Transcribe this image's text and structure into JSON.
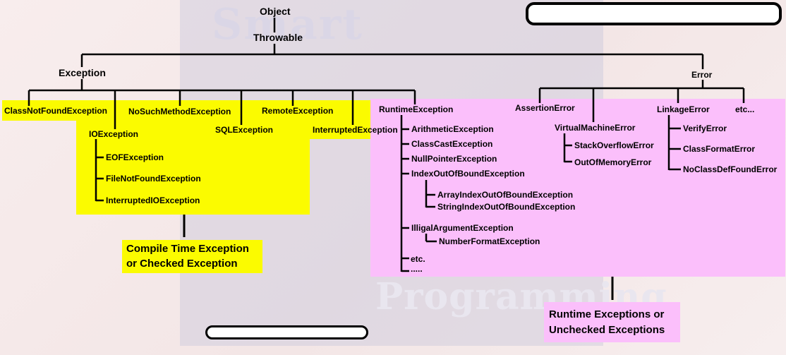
{
  "root": {
    "object": "Object",
    "throwable": "Throwable"
  },
  "exception": {
    "label": "Exception",
    "checked_children": [
      "ClassNotFoundException",
      "NoSuchMethodException",
      "RemoteException",
      "SQLException",
      "InterruptedException"
    ],
    "ioexception": {
      "label": "IOException",
      "children": [
        "EOFException",
        "FileNotFoundException",
        "InterruptedIOException"
      ]
    },
    "runtime": {
      "label": "RuntimeException",
      "children": [
        "ArithmeticException",
        "ClassCastException",
        "NullPointerException",
        "IndexOutOfBoundException",
        "IlligalArgumentException",
        "etc.",
        "....."
      ],
      "index_children": [
        "ArrayIndexOutOfBoundException",
        "StringIndexOutOfBoundException"
      ],
      "illegal_children": [
        "NumberFormatException"
      ]
    }
  },
  "error": {
    "label": "Error",
    "assertion": "AssertionError",
    "vm": {
      "label": "VirtualMachineError",
      "children": [
        "StackOverflowError",
        "OutOfMemoryError"
      ]
    },
    "linkage": {
      "label": "LinkageError",
      "children": [
        "VerifyError",
        "ClassFormatError",
        "NoClassDefFoundError"
      ]
    },
    "etc": "etc..."
  },
  "legend": {
    "checked": [
      "Compile Time Exception",
      "or  Checked Exception"
    ],
    "unchecked": [
      "Runtime Exceptions or",
      "Unchecked Exceptions"
    ]
  },
  "colors": {
    "checked": "#fbfb00",
    "unchecked": "#fbbffb",
    "line": "#000000"
  }
}
